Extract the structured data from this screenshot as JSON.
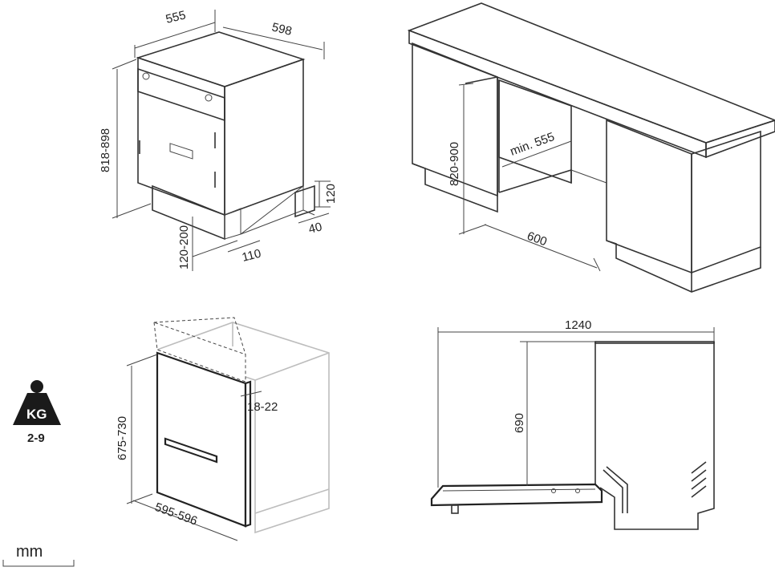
{
  "dimensions": {
    "panel1": {
      "depth_top": "555",
      "width_top": "598",
      "height": "818-898",
      "plinth_height": "120-200",
      "plinth_recess": "110",
      "kick_height": "120",
      "kick_depth": "40"
    },
    "panel2": {
      "niche_height": "820-900",
      "niche_depth": "min. 555",
      "niche_width": "600"
    },
    "panel3": {
      "door_height": "675-730",
      "door_width": "595-596",
      "door_thickness": "18-22"
    },
    "panel4": {
      "open_length": "1240",
      "door_height": "690"
    }
  },
  "weight": {
    "icon": "kettlebell-weight-icon",
    "label": "KG",
    "range": "2-9"
  },
  "units": {
    "label": "mm"
  },
  "colors": {
    "line": "#333333",
    "ghost": "#bdbdbd",
    "weight_icon": "#1a1a1a"
  }
}
